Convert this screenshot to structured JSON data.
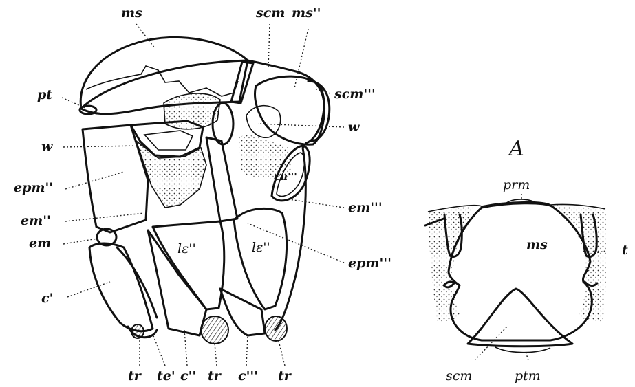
{
  "figure_left": {
    "labels": {
      "ms": "ms",
      "scm": "scm",
      "ms2": "ms''",
      "pt": "pt",
      "scm3": "scm'''",
      "w_right": "w",
      "w_left": "w",
      "epm2": "epm''",
      "epn3": "επ'''",
      "em2": "em''",
      "em3": "em'''",
      "em": "em",
      "le2_left": "lε''",
      "le2_right": "lε''",
      "epm3": "epm'''",
      "c1": "c'",
      "tr1": "tr",
      "te1": "te'",
      "c2": "c''",
      "tr2": "tr",
      "c3": "c'''",
      "tr3": "tr"
    }
  },
  "figure_right": {
    "title": "A",
    "labels": {
      "prm": "prm",
      "ms": "ms",
      "t": "t",
      "scm": "scm",
      "ptm": "ptm"
    }
  }
}
